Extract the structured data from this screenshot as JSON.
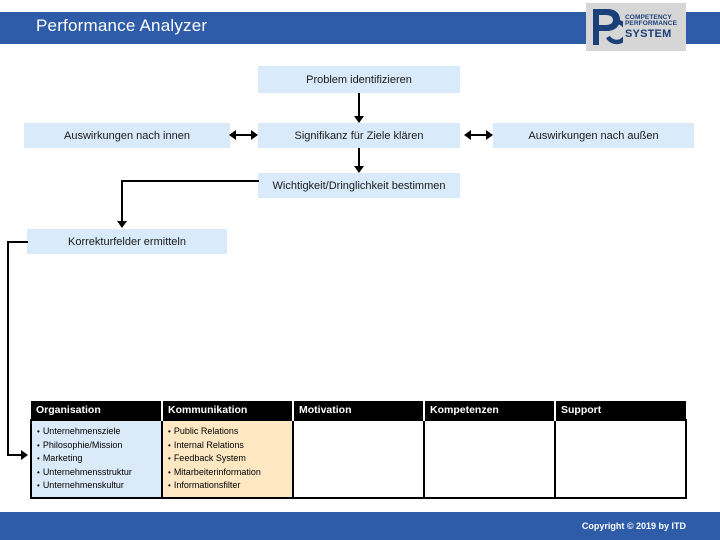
{
  "header": {
    "title": "Performance Analyzer",
    "bar_color": "#2f5ca8",
    "logo": {
      "icon": "competency-performance-p-mark",
      "line1": "COMPETENCY",
      "line2": "PERFORMANCE",
      "line3": "SYSTEM"
    }
  },
  "flow": {
    "box_color": "#d9eafa",
    "nodes": [
      {
        "id": "problem",
        "label": "Problem identifizieren"
      },
      {
        "id": "innen",
        "label": "Auswirkungen nach innen"
      },
      {
        "id": "signifikanz",
        "label": "Signifikanz für Ziele klären"
      },
      {
        "id": "aussen",
        "label": "Auswirkungen nach außen"
      },
      {
        "id": "wichtigkeit",
        "label": "Wichtigkeit/Dringlichkeit bestimmen"
      },
      {
        "id": "korrektur",
        "label": "Korrekturfelder ermitteln"
      }
    ]
  },
  "matrix": {
    "header_bg": "#000000",
    "columns": [
      {
        "key": "organisation",
        "label": "Organisation",
        "cell_color": "#daeaf8"
      },
      {
        "key": "kommunikation",
        "label": "Kommunikation",
        "cell_color": "#fde8c3"
      },
      {
        "key": "motivation",
        "label": "Motivation",
        "cell_color": "#ffffff"
      },
      {
        "key": "kompetenzen",
        "label": "Kompetenzen",
        "cell_color": "#ffffff"
      },
      {
        "key": "support",
        "label": "Support",
        "cell_color": "#ffffff"
      }
    ],
    "cells": {
      "organisation": [
        "Unternehmensziele",
        "Philosophie/Mission",
        "Marketing",
        "Unternehmensstruktur",
        "Unternehmenskultur"
      ],
      "kommunikation": [
        "Public Relations",
        "Internal Relations",
        "Feedback System",
        "Mitarbeiterinformation",
        "Informationsfilter"
      ],
      "motivation": [],
      "kompetenzen": [],
      "support": []
    }
  },
  "footer": {
    "copyright": "Copyright © 2019 by ITD",
    "bar_color": "#2f5ca8"
  }
}
